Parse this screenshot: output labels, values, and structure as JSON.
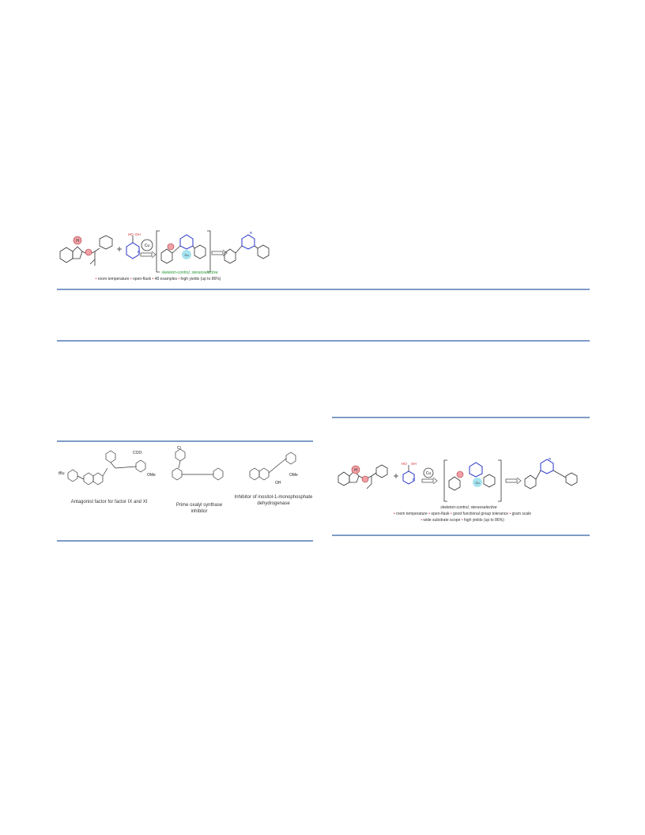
{
  "scheme_top": {
    "reagent": "Cu",
    "boron_labels": [
      "HO",
      "OH"
    ],
    "r_label": "R",
    "h_label": "H",
    "cu_label": "Cu",
    "tagline": "skeleton-control, stereoselective",
    "conditions": [
      "room temperature",
      "open-flask",
      "48 examples",
      "high yields (up to 86%)"
    ]
  },
  "figure_compounds": {
    "substituents": [
      "tBu",
      "COO",
      "OMe",
      "Cl",
      "OH",
      "OMe"
    ],
    "captions": [
      "Antagonist factor for factor IX and XI",
      "Prime oxalyl synthase inhibitor",
      "Inhibitor of inositol-1-monophosphate dehydrogenase"
    ]
  },
  "scheme_right": {
    "reagent": "Cu",
    "boron_labels": [
      "HO",
      "OH"
    ],
    "r_label": "R",
    "h_label": "H",
    "cu_label": "Cu",
    "tagline": "skeleton-control, stereoselective",
    "conditions_line1": [
      "room temperature",
      "open-flask",
      "good functional group tolerance",
      "gram scale"
    ],
    "conditions_line2": [
      "wide substrate scope",
      "high yields (up to 86%)"
    ]
  }
}
